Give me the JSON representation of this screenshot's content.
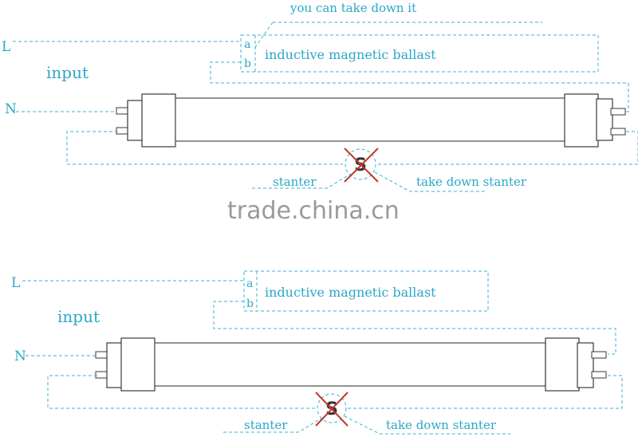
{
  "watermark": "trade.china.cn",
  "diagram_top": {
    "note": "you can take down it",
    "line_label": "L",
    "neutral_label": "N",
    "input_label": "input",
    "terminal_a": "a",
    "terminal_b": "b",
    "ballast_label": "inductive magnetic ballast",
    "starter_symbol": "S",
    "starter_label": "stanter",
    "take_down_label": "take down stanter"
  },
  "diagram_bottom": {
    "line_label": "L",
    "neutral_label": "N",
    "input_label": "input",
    "terminal_a": "a",
    "terminal_b": "b",
    "ballast_label": "inductive magnetic ballast",
    "starter_symbol": "S",
    "starter_label": "stanter",
    "take_down_label": "take down stanter"
  },
  "colors": {
    "annotation": "#2aa7c9",
    "wire": "#38b3d3",
    "cross": "#c0392b",
    "outline": "#3a3a3a"
  }
}
